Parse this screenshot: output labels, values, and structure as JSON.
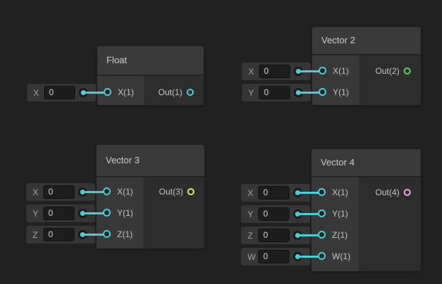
{
  "theme": {
    "background": "#212121",
    "node_header_bg": "#3A3A3A",
    "node_input_column_bg": "#383838",
    "node_output_column_bg": "#2D2D2D",
    "connection_color": "#49CDD8"
  },
  "nodes": [
    {
      "title": "Float",
      "inputs": [
        {
          "label": "X",
          "value": "0"
        }
      ],
      "ports": [
        "X(1)"
      ],
      "output": {
        "label": "Out(1)",
        "color": "#49CDD8"
      }
    },
    {
      "title": "Vector 2",
      "inputs": [
        {
          "label": "X",
          "value": "0"
        },
        {
          "label": "Y",
          "value": "0"
        }
      ],
      "ports": [
        "X(1)",
        "Y(1)"
      ],
      "output": {
        "label": "Out(2)",
        "color": "#5FD35F"
      }
    },
    {
      "title": "Vector 3",
      "inputs": [
        {
          "label": "X",
          "value": "0"
        },
        {
          "label": "Y",
          "value": "0"
        },
        {
          "label": "Z",
          "value": "0"
        }
      ],
      "ports": [
        "X(1)",
        "Y(1)",
        "Z(1)"
      ],
      "output": {
        "label": "Out(3)",
        "color": "#E2E85C"
      }
    },
    {
      "title": "Vector 4",
      "inputs": [
        {
          "label": "X",
          "value": "0"
        },
        {
          "label": "Y",
          "value": "0"
        },
        {
          "label": "Z",
          "value": "0"
        },
        {
          "label": "W",
          "value": "0"
        }
      ],
      "ports": [
        "X(1)",
        "Y(1)",
        "Z(1)",
        "W(1)"
      ],
      "output": {
        "label": "Out(4)",
        "color": "#ECAAE4"
      }
    }
  ]
}
